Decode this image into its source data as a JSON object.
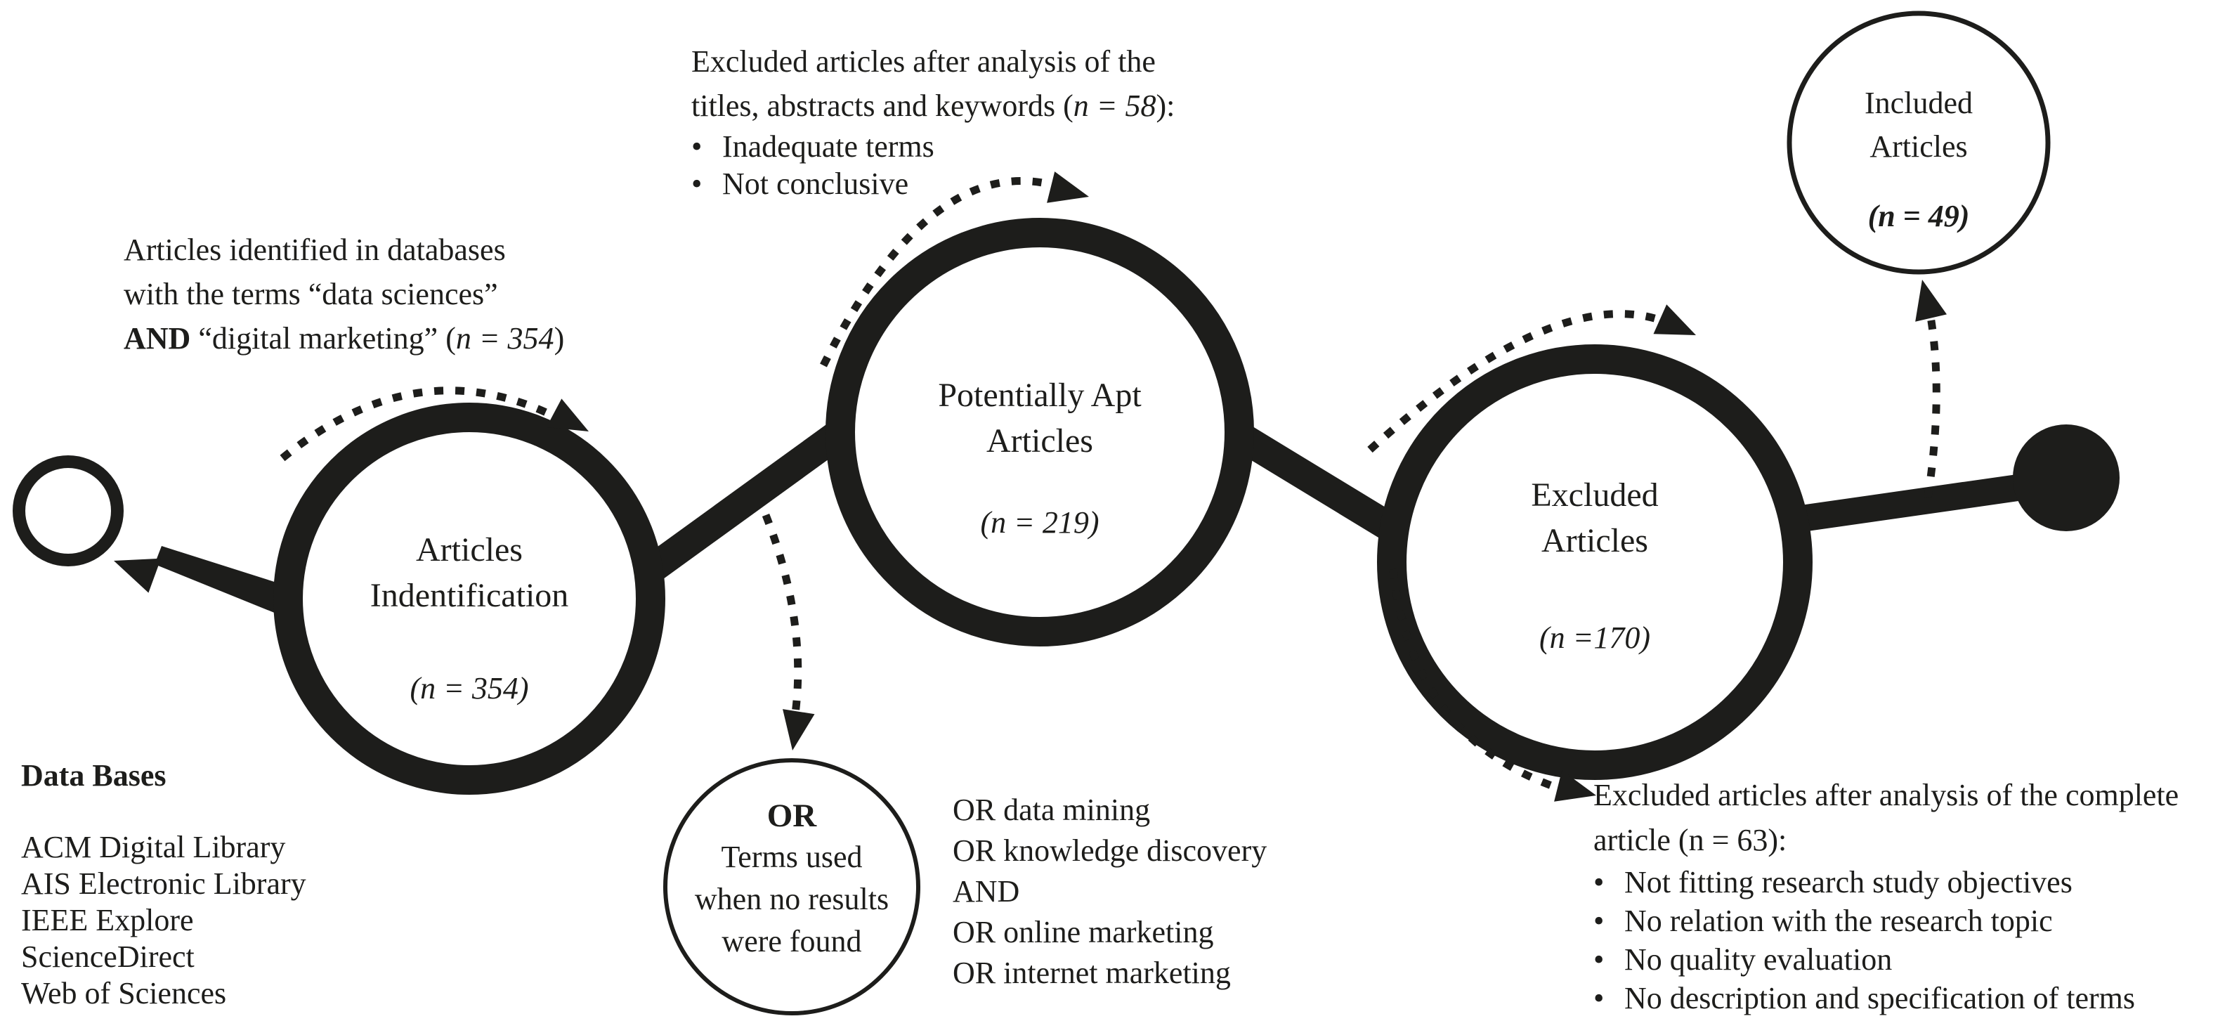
{
  "figure": {
    "colors": {
      "ink": "#1d1d1b",
      "background": "#ffffff"
    },
    "annotations": {
      "identified": {
        "line1": "Articles identified in databases",
        "line2": "with the terms “data sciences”",
        "line3_and": "AND",
        "line3_mid": " “digital marketing” (",
        "line3_n": "n = 354",
        "line3_close": ")"
      },
      "excluded_keywords": {
        "line1": "Excluded articles after analysis of the",
        "line2_pre": "titles, abstracts and keywords (",
        "line2_n": "n = 58",
        "line2_close": "):",
        "bullet": "•",
        "items": [
          "Inadequate terms",
          "Not conclusive"
        ]
      },
      "databases": {
        "title": "Data Bases",
        "items": [
          "ACM Digital Library",
          "AIS Electronic Library",
          "IEEE Explore",
          "ScienceDirect",
          "Web of Sciences"
        ]
      },
      "search_terms": {
        "items": [
          "OR data mining",
          "OR knowledge discovery",
          "AND",
          "OR online marketing",
          "OR internet marketing"
        ]
      },
      "excluded_complete": {
        "line1": "Excluded articles after analysis of the complete",
        "line2": "article (n = 63):",
        "bullet": "•",
        "items": [
          "Not fitting research study objectives",
          "No relation with the research topic",
          "No quality evaluation",
          "No description and specification of terms"
        ]
      }
    },
    "nodes": {
      "identification": {
        "line1": "Articles",
        "line2": "Indentification",
        "count": "(n = 354)"
      },
      "potentially_apt": {
        "line1": "Potentially Apt",
        "line2": "Articles",
        "count": "(n = 219)"
      },
      "excluded": {
        "line1": "Excluded",
        "line2": "Articles",
        "count": "(n =170)"
      },
      "included": {
        "line1": "Included",
        "line2": "Articles",
        "count": "(n = 49)"
      },
      "or_fallback": {
        "title": "OR",
        "line1": "Terms used",
        "line2": "when no results",
        "line3": "were found"
      }
    }
  }
}
